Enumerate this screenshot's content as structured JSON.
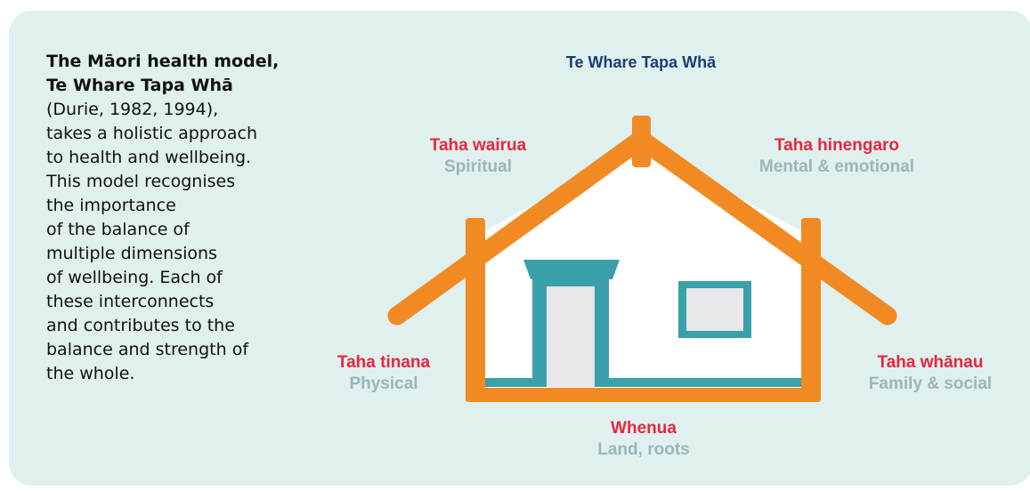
{
  "intro": {
    "title_lines": [
      "The Māori health model,",
      "Te Whare Tapa Whā"
    ],
    "body_lines": [
      "(Durie, 1982, 1994),",
      "takes a holistic approach",
      "to health and wellbeing.",
      "This model recognises",
      "the importance",
      "of the balance of",
      "multiple dimensions",
      "of wellbeing. Each of",
      "these interconnects",
      "and contributes to the",
      "balance and strength of",
      "the whole."
    ]
  },
  "diagram": {
    "title": "Te Whare Tapa Whā",
    "dimensions": {
      "wairua": {
        "maori": "Taha wairua",
        "english": "Spiritual"
      },
      "hinengaro": {
        "maori": "Taha hinengaro",
        "english": "Mental & emotional"
      },
      "tinana": {
        "maori": "Taha tinana",
        "english": "Physical"
      },
      "whanau": {
        "maori": "Taha whānau",
        "english": "Family & social"
      },
      "whenua": {
        "maori": "Whenua",
        "english": "Land, roots"
      }
    }
  },
  "colors": {
    "panel": "#dff0ee",
    "frame": "#f28a24",
    "teal": "#3aa0a9",
    "red_label": "#e8253f",
    "grey_label": "#9cb6b8",
    "title_blue": "#1d3e73"
  }
}
